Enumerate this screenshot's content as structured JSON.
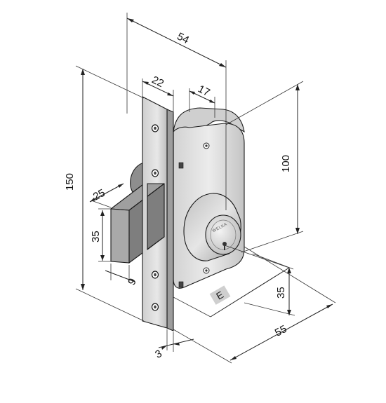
{
  "dimensions": {
    "width_top": "54",
    "faceplate_width": "22",
    "backset_17": "17",
    "height_150": "150",
    "height_100": "100",
    "bolt_throw": "25",
    "bolt_height": "35",
    "bolt_thickness": "9",
    "depth_35": "35",
    "depth_55": "55",
    "plate_thickness": "3"
  },
  "labels": {
    "cylinder_brand": "WELKA",
    "axis_marker": "E"
  },
  "colors": {
    "line": "#1a1a1a",
    "body_light": "#e4e4e4",
    "body_mid": "#c9c9c9",
    "body_dark": "#9a9a9a",
    "faceplate": "#dadada",
    "bolt_front": "#b8b8b8",
    "bolt_side": "#8c8c8c",
    "marker_bg": "#cfcfcf"
  }
}
